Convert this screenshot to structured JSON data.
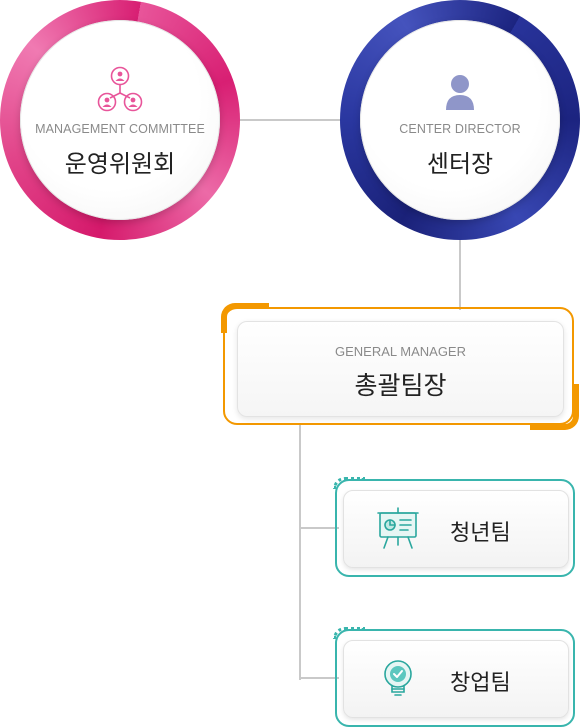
{
  "management": {
    "en": "MANAGEMENT COMMITTEE",
    "ko": "운영위원회",
    "icon": "people-network-icon",
    "color": "#d81f73"
  },
  "director": {
    "en": "CENTER DIRECTOR",
    "ko": "센터장",
    "icon": "person-icon",
    "color": "#1c2480"
  },
  "general_manager": {
    "en": "GENERAL MANAGER",
    "ko": "총괄팀장",
    "color": "#f39800"
  },
  "teams": [
    {
      "ko": "청년팀",
      "icon": "presentation-board-icon"
    },
    {
      "ko": "창업팀",
      "icon": "lightbulb-icon"
    }
  ],
  "team_color": "#39b5ad"
}
